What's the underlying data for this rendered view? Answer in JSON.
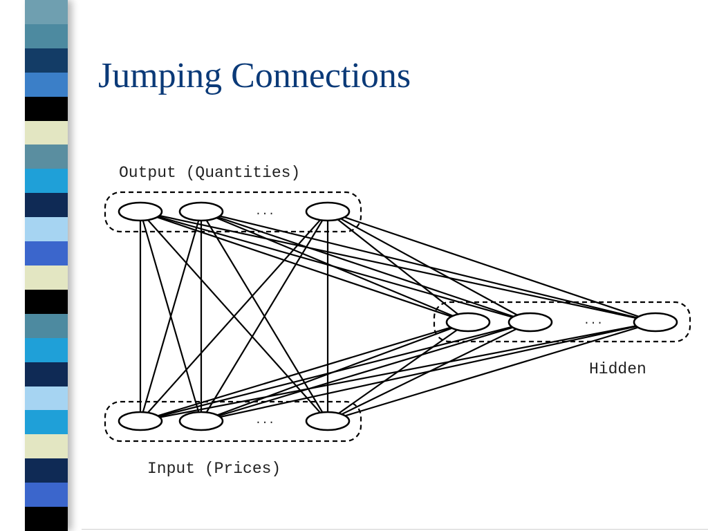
{
  "slide": {
    "title": "Jumping Connections"
  },
  "decor": {
    "stripes": [
      "#6f9fb0",
      "#4d8aa0",
      "#133c66",
      "#3b7fc8",
      "#000000",
      "#e3e6c2",
      "#5a8ea0",
      "#1fa0d8",
      "#0f2a55",
      "#a6d4f2",
      "#3b66cc",
      "#e3e6c2",
      "#000000",
      "#4d8aa0",
      "#1fa0d8",
      "#0f2a55",
      "#a6d4f2",
      "#1fa0d8",
      "#e3e6c2",
      "#0f2a55",
      "#3b66cc",
      "#000000"
    ]
  },
  "diagram": {
    "labels": {
      "output": "Output (Quantities)",
      "hidden": "Hidden",
      "input": "Input (Prices)"
    },
    "ellipsis": "..."
  }
}
